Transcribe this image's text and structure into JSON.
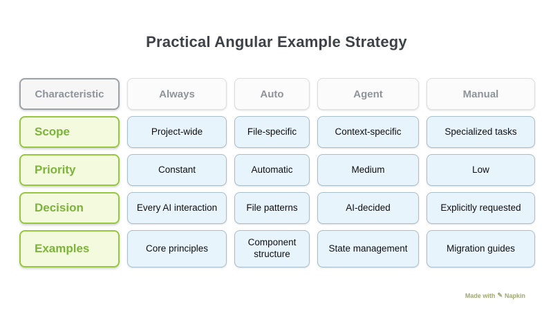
{
  "title": "Practical Angular Example Strategy",
  "table": {
    "columns": [
      "Characteristic",
      "Always",
      "Auto",
      "Agent",
      "Manual"
    ],
    "rows": [
      {
        "label": "Scope",
        "cells": [
          "Project-wide",
          "File-specific",
          "Context-specific",
          "Specialized tasks"
        ]
      },
      {
        "label": "Priority",
        "cells": [
          "Constant",
          "Automatic",
          "Medium",
          "Low"
        ]
      },
      {
        "label": "Decision",
        "cells": [
          "Every AI interaction",
          "File patterns",
          "AI-decided",
          "Explicitly requested"
        ]
      },
      {
        "label": "Examples",
        "cells": [
          "Core principles",
          "Component structure",
          "State management",
          "Migration guides"
        ]
      }
    ]
  },
  "watermark": {
    "made_with": "Made with",
    "brand": "Napkin",
    "icon": "pen-icon"
  },
  "colors": {
    "background": "#ffffff",
    "title_text": "#3c4247",
    "header_fill": "#fbfbfb",
    "header_border": "#dddddd",
    "header_first_border": "#9ca2a6",
    "header_text": "#8e9499",
    "row_label_fill": "#f3fade",
    "row_label_border": "#95c83e",
    "row_label_text": "#7cb43a",
    "data_cell_fill": "#e8f4fc",
    "data_cell_border": "#a9bec9",
    "data_cell_text": "#0e0e0e",
    "watermark_text": "#8c9a58"
  }
}
